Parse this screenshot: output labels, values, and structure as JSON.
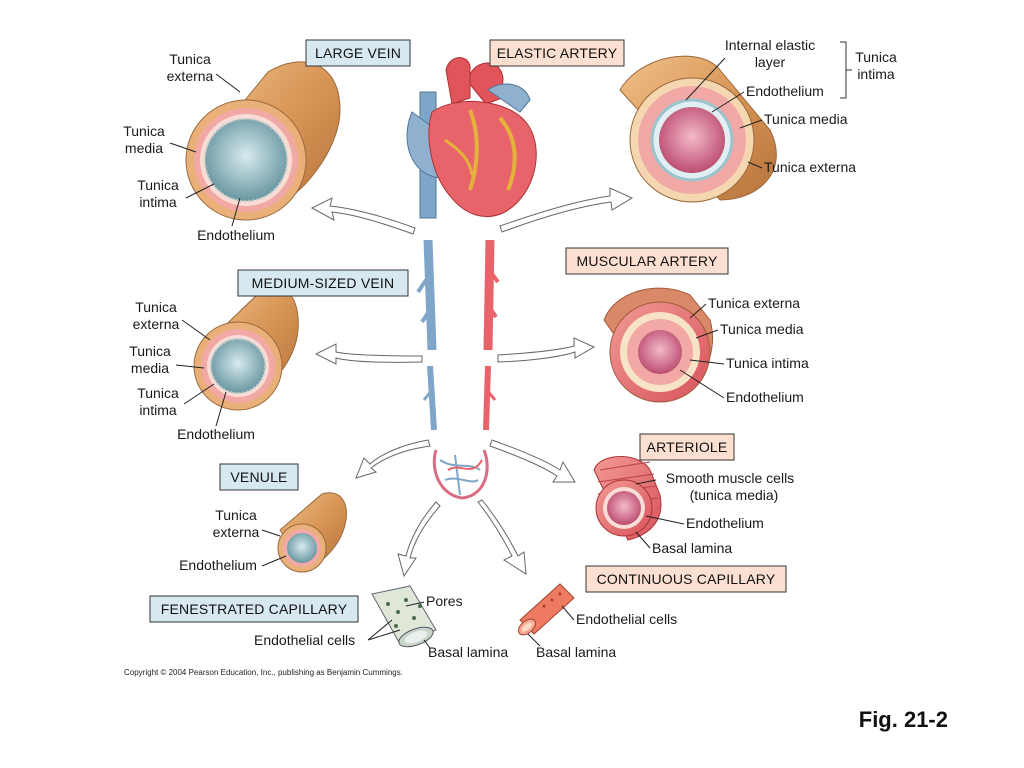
{
  "titles": {
    "large_vein": "LARGE VEIN",
    "elastic_artery": "ELASTIC ARTERY",
    "medium_vein": "MEDIUM-SIZED VEIN",
    "muscular_artery": "MUSCULAR ARTERY",
    "venule": "VENULE",
    "arteriole": "ARTERIOLE",
    "fenestrated_capillary": "FENESTRATED CAPILLARY",
    "continuous_capillary": "CONTINUOUS CAPILLARY"
  },
  "large_vein": {
    "tunica_externa": [
      "Tunica",
      "externa"
    ],
    "tunica_media": [
      "Tunica",
      "media"
    ],
    "tunica_intima": [
      "Tunica",
      "intima"
    ],
    "endothelium": "Endothelium"
  },
  "elastic_artery": {
    "internal_elastic_layer": [
      "Internal elastic",
      "layer"
    ],
    "tunica_intima": [
      "Tunica",
      "intima"
    ],
    "endothelium": "Endothelium",
    "tunica_media": "Tunica media",
    "tunica_externa": "Tunica externa"
  },
  "medium_vein": {
    "tunica_externa": [
      "Tunica",
      "externa"
    ],
    "tunica_media": [
      "Tunica",
      "media"
    ],
    "tunica_intima": [
      "Tunica",
      "intima"
    ],
    "endothelium": "Endothelium"
  },
  "muscular_artery": {
    "tunica_externa": "Tunica externa",
    "tunica_media": "Tunica media",
    "tunica_intima": "Tunica intima",
    "endothelium": "Endothelium"
  },
  "venule": {
    "tunica_externa": [
      "Tunica",
      "externa"
    ],
    "endothelium": "Endothelium"
  },
  "arteriole": {
    "smooth_muscle": [
      "Smooth muscle cells",
      "(tunica media)"
    ],
    "endothelium": "Endothelium",
    "basal_lamina": "Basal lamina"
  },
  "fenestrated_capillary": {
    "pores": "Pores",
    "endothelial_cells": "Endothelial cells",
    "basal_lamina": "Basal lamina"
  },
  "continuous_capillary": {
    "endothelial_cells": "Endothelial cells",
    "basal_lamina": "Basal lamina"
  },
  "copyright": "Copyright © 2004 Pearson Education, Inc., publishing as Benjamin Cummings.",
  "figure_label": "Fig. 21-2",
  "colors": {
    "vein_blue": "#7fa6c8",
    "artery_red": "#e8646a",
    "externa_tan": "#d79a5c",
    "media_pink": "#f2a9a6",
    "lumen_teal": "#9fc4cc",
    "lumen_pink": "#d86a8a"
  }
}
